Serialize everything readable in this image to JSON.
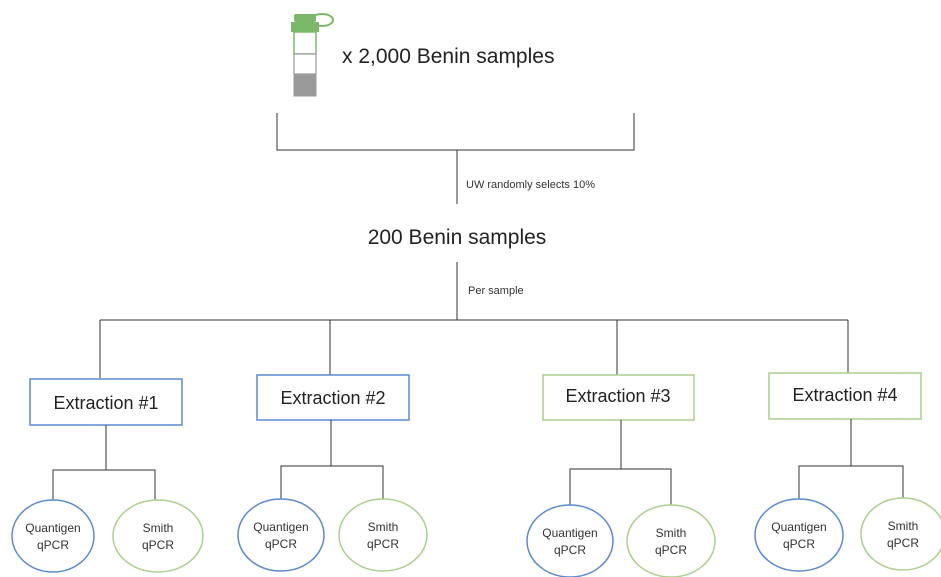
{
  "header": {
    "count_label": "x 2,000 Benin samples",
    "selection_label": "UW randomly selects 10%",
    "subset_label": "200 Benin samples",
    "per_sample_label": "Per sample"
  },
  "extractions": [
    {
      "label": "Extraction #1",
      "methods": [
        {
          "line1": "Quantigen",
          "line2": "qPCR"
        },
        {
          "line1": "Smith",
          "line2": "qPCR"
        }
      ]
    },
    {
      "label": "Extraction #2",
      "methods": [
        {
          "line1": "Quantigen",
          "line2": "qPCR"
        },
        {
          "line1": "Smith",
          "line2": "qPCR"
        }
      ]
    },
    {
      "label": "Extraction #3",
      "methods": [
        {
          "line1": "Quantigen",
          "line2": "qPCR"
        },
        {
          "line1": "Smith",
          "line2": "qPCR"
        }
      ]
    },
    {
      "label": "Extraction #4",
      "methods": [
        {
          "line1": "Quantigen",
          "line2": "qPCR"
        },
        {
          "line1": "Smith",
          "line2": "qPCR"
        }
      ]
    }
  ],
  "colors": {
    "blue": "#5b8bd1",
    "green": "#a9d18e",
    "line": "#333333",
    "tube_green": "#7cb86a",
    "tube_gray": "#9a9a9a"
  }
}
